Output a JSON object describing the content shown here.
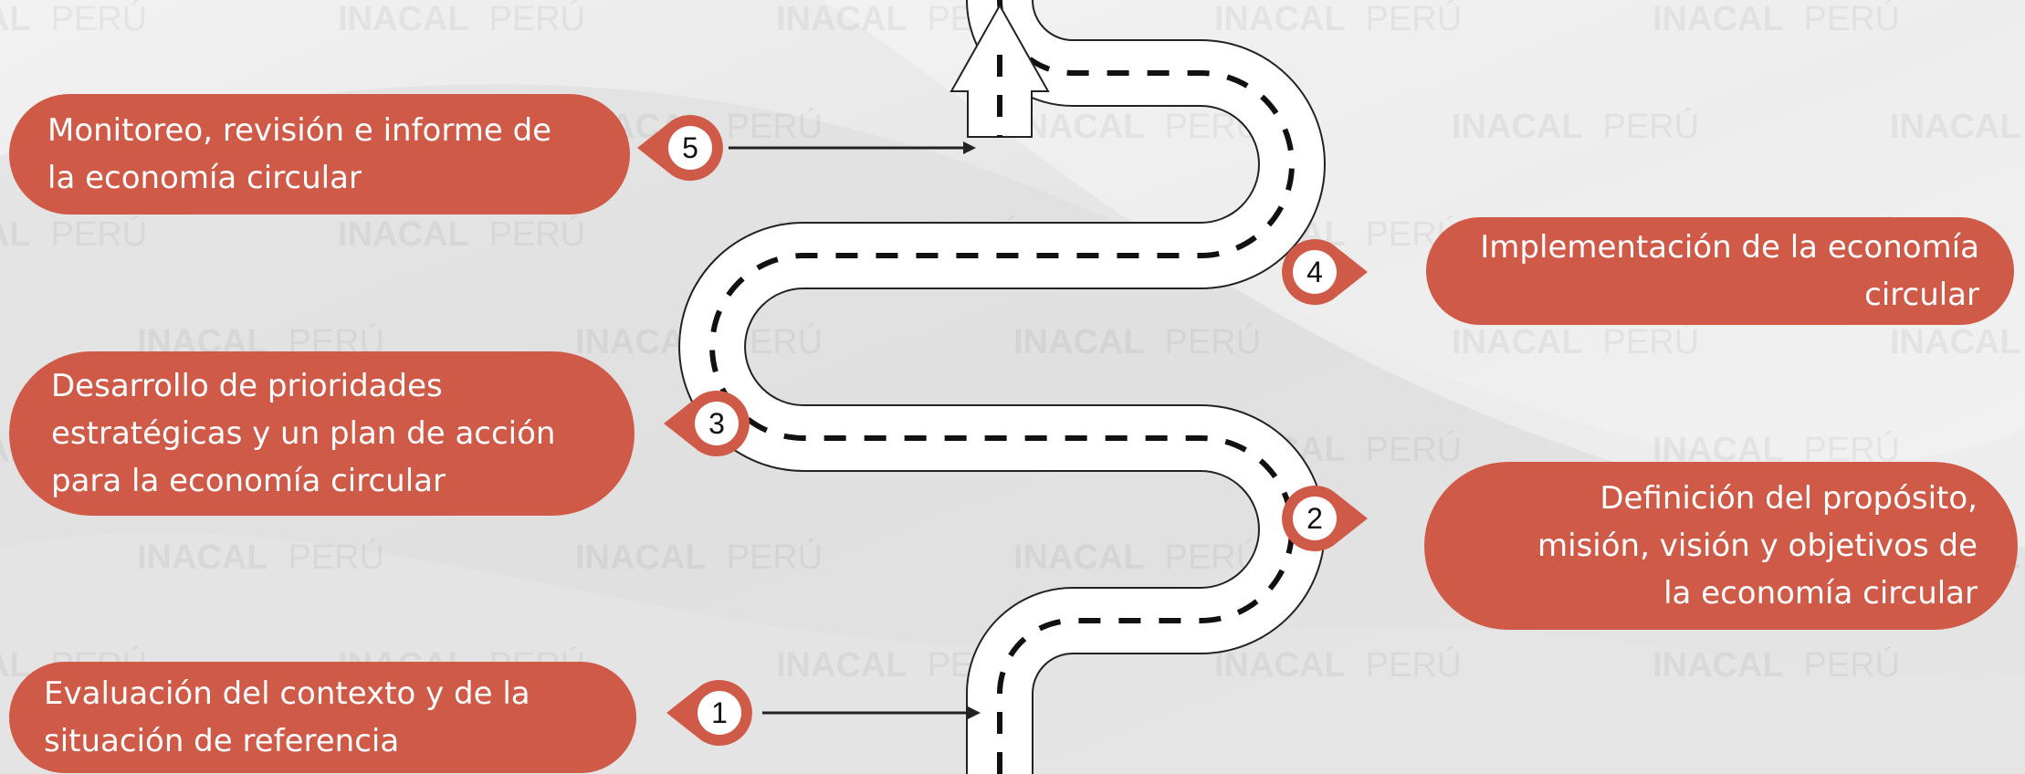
{
  "colors": {
    "accent": "#cf5a47",
    "road": "#ffffff",
    "road_edge": "#222222",
    "background": "#e9e9e9"
  },
  "watermark": {
    "brand": "INACAL",
    "country": "PERÚ"
  },
  "steps": [
    {
      "number": "1",
      "lines": [
        "Evaluación del contexto y de la",
        "situación de referencia"
      ]
    },
    {
      "number": "2",
      "lines": [
        "Definición del propósito,",
        "misión, visión y objetivos de",
        "la economía circular"
      ]
    },
    {
      "number": "3",
      "lines": [
        "Desarrollo de prioridades",
        "estratégicas y un plan de acción",
        "para la economía circular"
      ]
    },
    {
      "number": "4",
      "lines": [
        "Implementación de la economía",
        "circular"
      ]
    },
    {
      "number": "5",
      "lines": [
        "Monitoreo, revisión e informe de",
        "la economía circular"
      ]
    }
  ]
}
